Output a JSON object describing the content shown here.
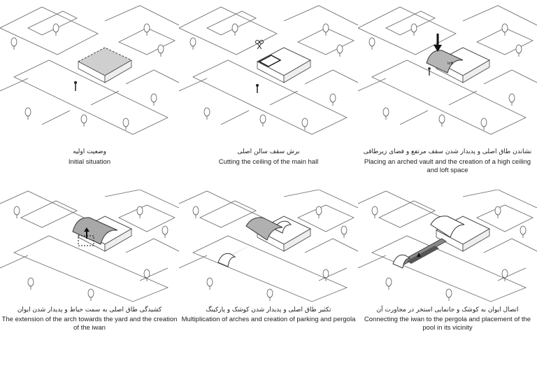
{
  "panels": [
    {
      "fa": "وضعیت اولیه",
      "en": "Initial situation",
      "tag": ""
    },
    {
      "fa": "برش سقف سالن اصلی",
      "en": "Cutting the ceiling of the main hall",
      "tag": ""
    },
    {
      "fa": "نشاندن طاق اصلی و پدیدار شدن سقف مرتفع و فضای زیرطاقی",
      "en": "Placing an arched vault and the creation of a high ceiling and loft space",
      "tag": "loft"
    },
    {
      "fa": "کشیدگی طاق اصلی به سمت حیاط و پدیدار شدن ایوان",
      "en": "The extension of the arch towards the yard and the creation of the iwan",
      "tag": ""
    },
    {
      "fa": "تکثیر طاق اصلی و پدیدار شدن کوشک و پارکینگ",
      "en": "Multiplication of arches and creation of parking and pergola",
      "tag": ""
    },
    {
      "fa": "اتصال ایوان به کوشک و جانمایی استخر در مجاورت آن",
      "en": "Connecting the iwan to the pergola and placement of the pool in its vicinity",
      "tag": ""
    }
  ],
  "colors": {
    "line": "#444444",
    "fill": "#cfcfcf",
    "hatch": "#9a9a9a"
  }
}
